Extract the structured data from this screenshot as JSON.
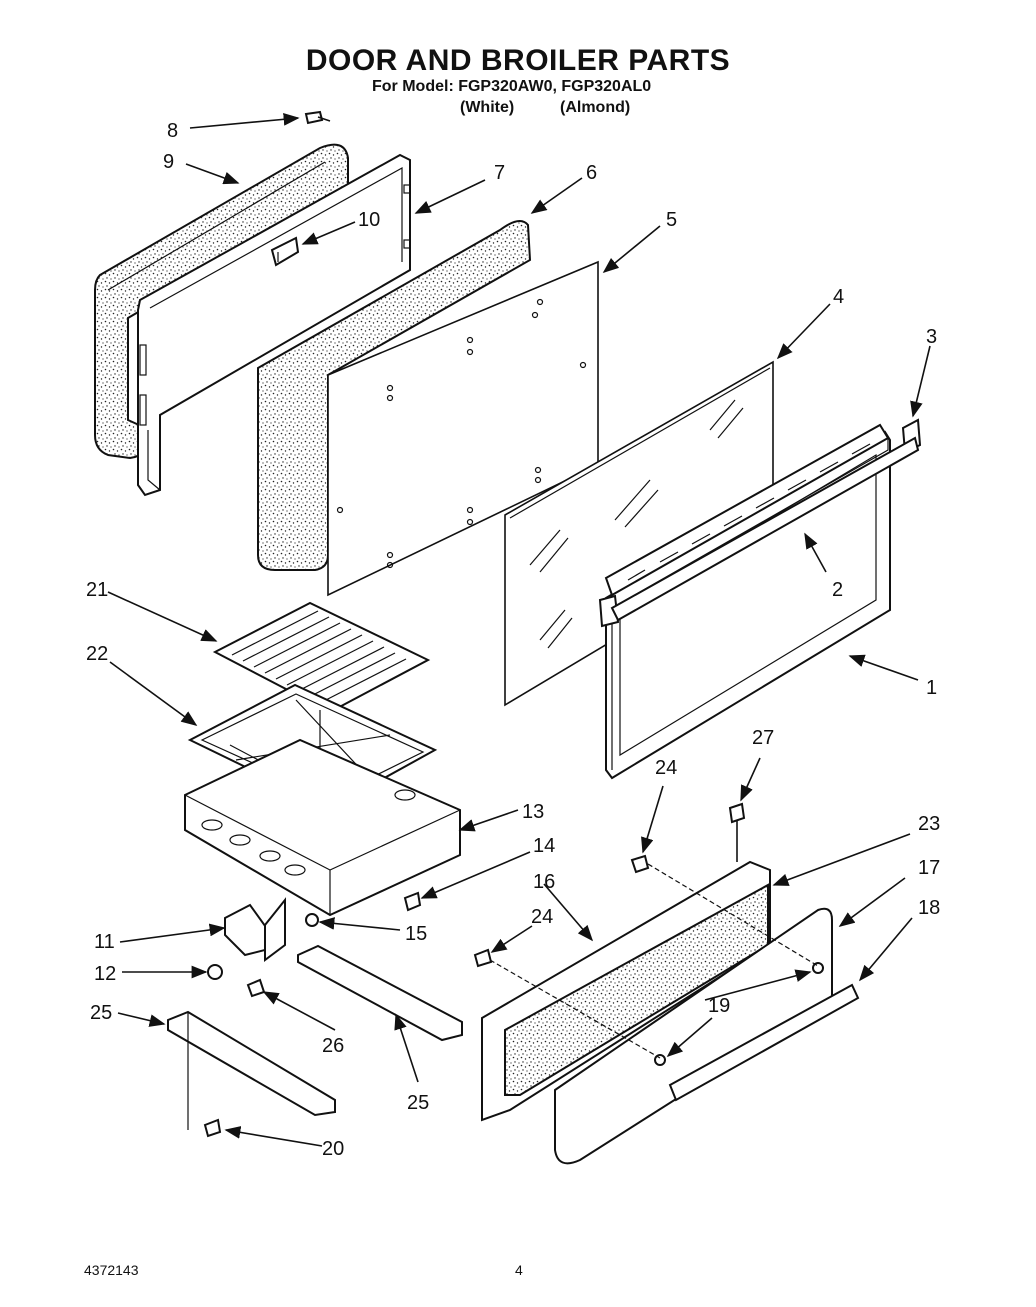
{
  "header": {
    "title": "DOOR AND BROILER PARTS",
    "model_line": "For Model: FGP320AW0, FGP320AL0",
    "variant_white": "(White)",
    "variant_almond": "(Almond)"
  },
  "callouts": {
    "c1": "1",
    "c2": "2",
    "c3": "3",
    "c4": "4",
    "c5": "5",
    "c6": "6",
    "c7": "7",
    "c8": "8",
    "c9": "9",
    "c10": "10",
    "c11": "11",
    "c12": "12",
    "c13": "13",
    "c14": "14",
    "c15": "15",
    "c16": "16",
    "c17": "17",
    "c18": "18",
    "c19": "19",
    "c20": "20",
    "c21": "21",
    "c22": "22",
    "c23": "23",
    "c24a": "24",
    "c24b": "24",
    "c25a": "25",
    "c25b": "25",
    "c26": "26",
    "c27": "27"
  },
  "footer": {
    "doc_number": "4372143",
    "page_number": "4"
  }
}
